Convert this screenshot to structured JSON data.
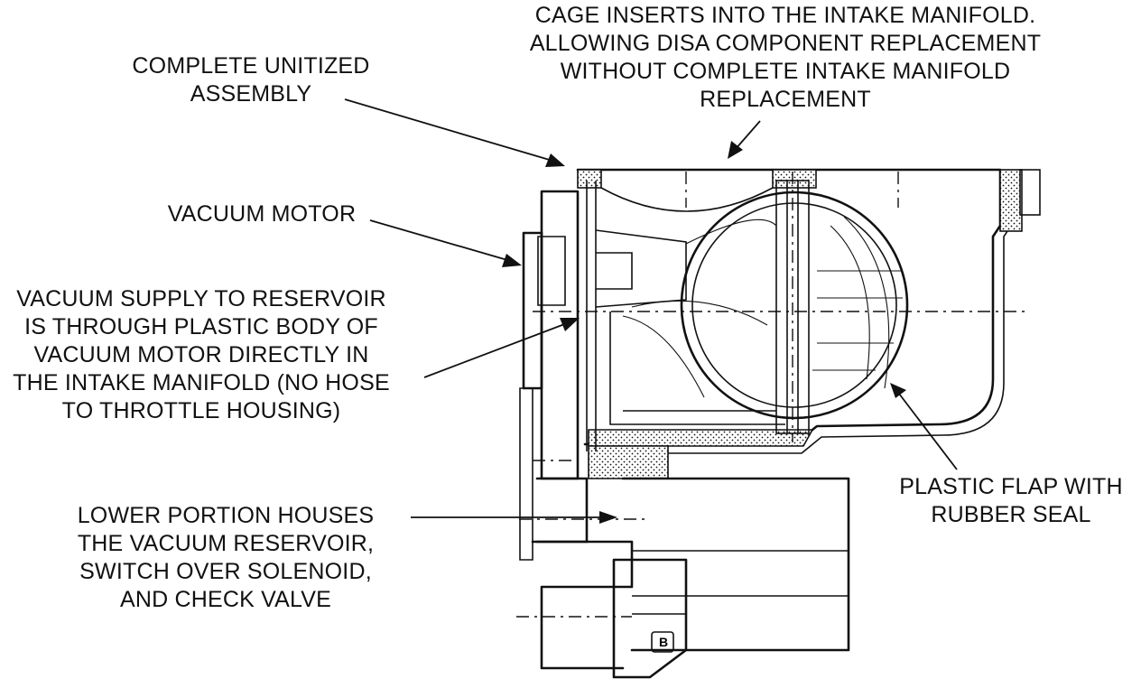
{
  "labels": {
    "cage": [
      "CAGE INSERTS INTO THE INTAKE MANIFOLD.",
      "ALLOWING DISA COMPONENT REPLACEMENT",
      "WITHOUT COMPLETE INTAKE MANIFOLD",
      "REPLACEMENT"
    ],
    "unitized": [
      "COMPLETE UNITIZED",
      "ASSEMBLY"
    ],
    "vacuum_motor": [
      "VACUUM MOTOR"
    ],
    "vacuum_supply": [
      "VACUUM SUPPLY TO RESERVOIR",
      "IS THROUGH PLASTIC BODY OF",
      "VACUUM MOTOR DIRECTLY IN",
      "THE INTAKE MANIFOLD (NO HOSE",
      "TO THROTTLE HOUSING)"
    ],
    "lower_portion": [
      "LOWER PORTION HOUSES",
      "THE VACUUM RESERVOIR,",
      "SWITCH OVER SOLENOID,",
      "AND CHECK VALVE"
    ],
    "plastic_flap": [
      "PLASTIC FLAP WITH",
      "RUBBER SEAL"
    ]
  },
  "part_marking": "B"
}
